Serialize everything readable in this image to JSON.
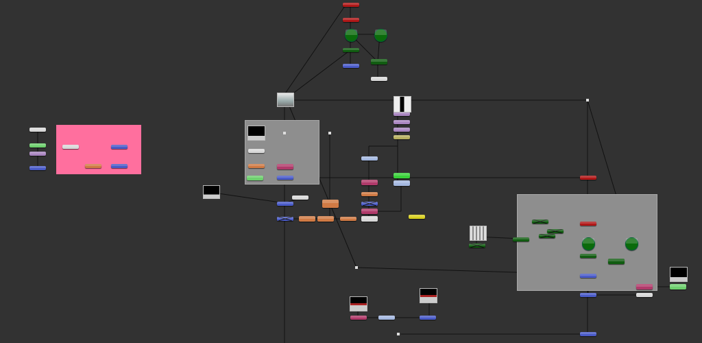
{
  "app": {
    "title": "Node Graph",
    "background": "#323232"
  },
  "palette": {
    "read": "#a8a8a8",
    "grade": "#dd8855",
    "merge": "#5a6fd0",
    "shuffle": "#58c058",
    "color_correct": "#a474b8",
    "transform": "#b7c5ea",
    "write": "#b0b0b0",
    "roto": "#2e7d2e",
    "dot_group": "#ff6f9e",
    "backdrop": "#8e8e8e"
  },
  "node_types": [
    "read-node",
    "grade-node",
    "merge-node",
    "shuffle-node",
    "colorcorrect-node",
    "transform-node",
    "viewer-node",
    "roto-node",
    "blur-node",
    "switch-node",
    "write-node"
  ]
}
